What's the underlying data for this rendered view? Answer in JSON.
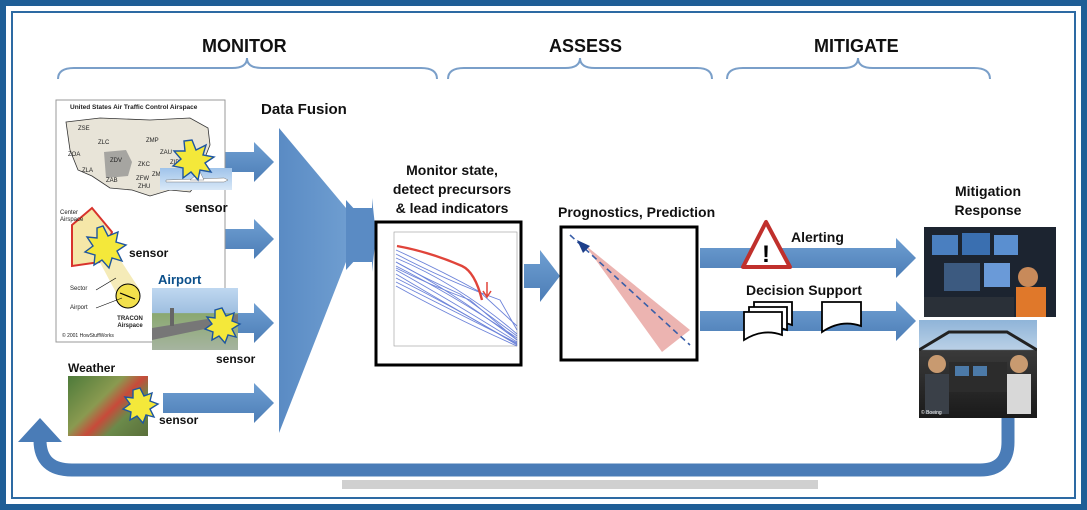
{
  "phases": {
    "monitor": "MONITOR",
    "assess": "ASSESS",
    "mitigate": "MITIGATE"
  },
  "map": {
    "title": "United States Air Traffic Control Airspace",
    "center_airspace": "Center Airspace",
    "sector": "Sector",
    "airport": "Airport",
    "tracon": "TRACON Airspace",
    "credit": "© 2001 HowStuffWorks",
    "regions": [
      "ZSE",
      "ZLC",
      "ZMP",
      "ZOA",
      "ZDV",
      "ZKC",
      "ZAU",
      "ZLA",
      "ZAB",
      "ZFW",
      "ZME",
      "ZID",
      "ZHU"
    ]
  },
  "monitor": {
    "sensor_labels": [
      "sensor",
      "sensor",
      "sensor",
      "sensor"
    ],
    "airport_label": "Airport",
    "weather_label": "Weather",
    "data_fusion": "Data Fusion"
  },
  "assess": {
    "monitor_state": "Monitor state,",
    "detect": "detect precursors",
    "lead": "& lead indicators",
    "prognostics": "Prognostics, Prediction"
  },
  "mitigate": {
    "alerting": "Alerting",
    "decision_support": "Decision Support",
    "response_line1": "Mitigation",
    "response_line2": "Response",
    "photo_credit": "© Boeing"
  },
  "colors": {
    "frame": "#1f5e96",
    "arrow": "#5b8fc7",
    "arrow_dark": "#3c6fa8",
    "trend_red": "#e0443a",
    "cone": "#e9a7a3",
    "alert_red": "#c0302c"
  }
}
